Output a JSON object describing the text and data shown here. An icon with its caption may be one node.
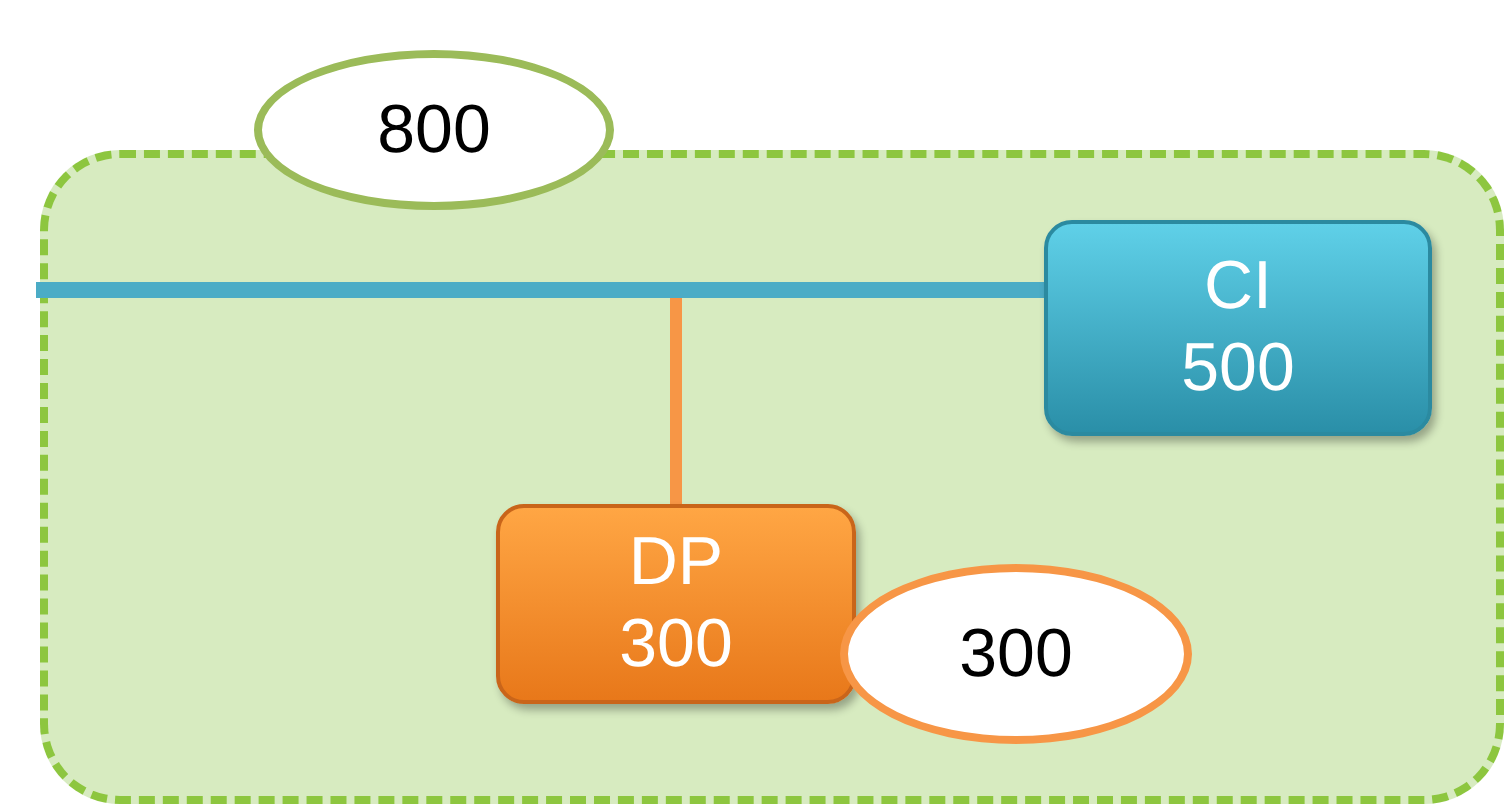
{
  "diagram": {
    "nodes": [
      {
        "text": [],
        "shape": "box"
      },
      {
        "text": [
          "800"
        ]
      },
      {
        "text": [],
        "shape": "bar",
        "in": 0
      },
      {
        "text": [
          "CI",
          "500"
        ],
        "in": 0
      },
      {
        "text": [
          "DP",
          "300"
        ],
        "in": 0
      },
      {
        "text": [
          "300"
        ],
        "in": 0
      }
    ],
    "edges": [
      {
        "from": 2,
        "to": 4,
        "arrow": "none",
        "color": "#f79646"
      }
    ]
  }
}
